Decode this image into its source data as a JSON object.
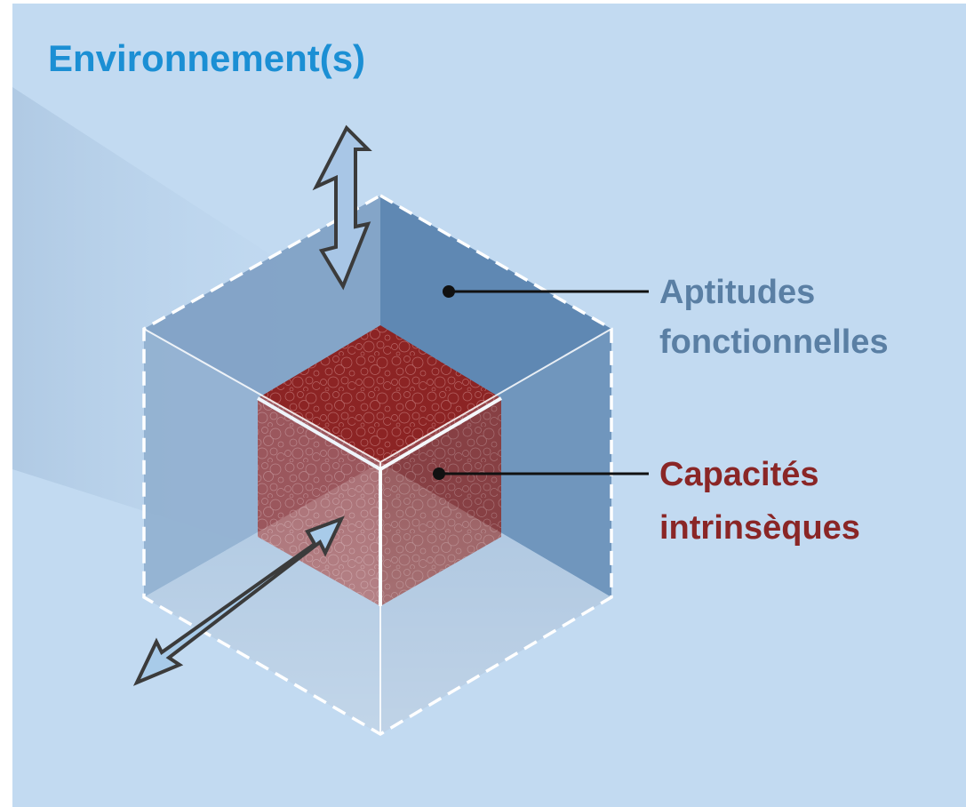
{
  "title": "Environnement(s)",
  "labels": {
    "outer_line1": "Aptitudes",
    "outer_line2": "fonctionnelles",
    "inner_line1": "Capacités",
    "inner_line2": "intrinsèques"
  },
  "colors": {
    "background": "#c2daf1",
    "title": "#1b8fd4",
    "outer_cube": "#5f88b3",
    "outer_label": "#5a7fa4",
    "inner_cube": "#8c2424",
    "inner_label": "#8a2626",
    "arrow_stroke": "#3b3b3b"
  },
  "icons": [
    "vertical-double-arrow-icon",
    "diagonal-double-arrow-icon"
  ]
}
